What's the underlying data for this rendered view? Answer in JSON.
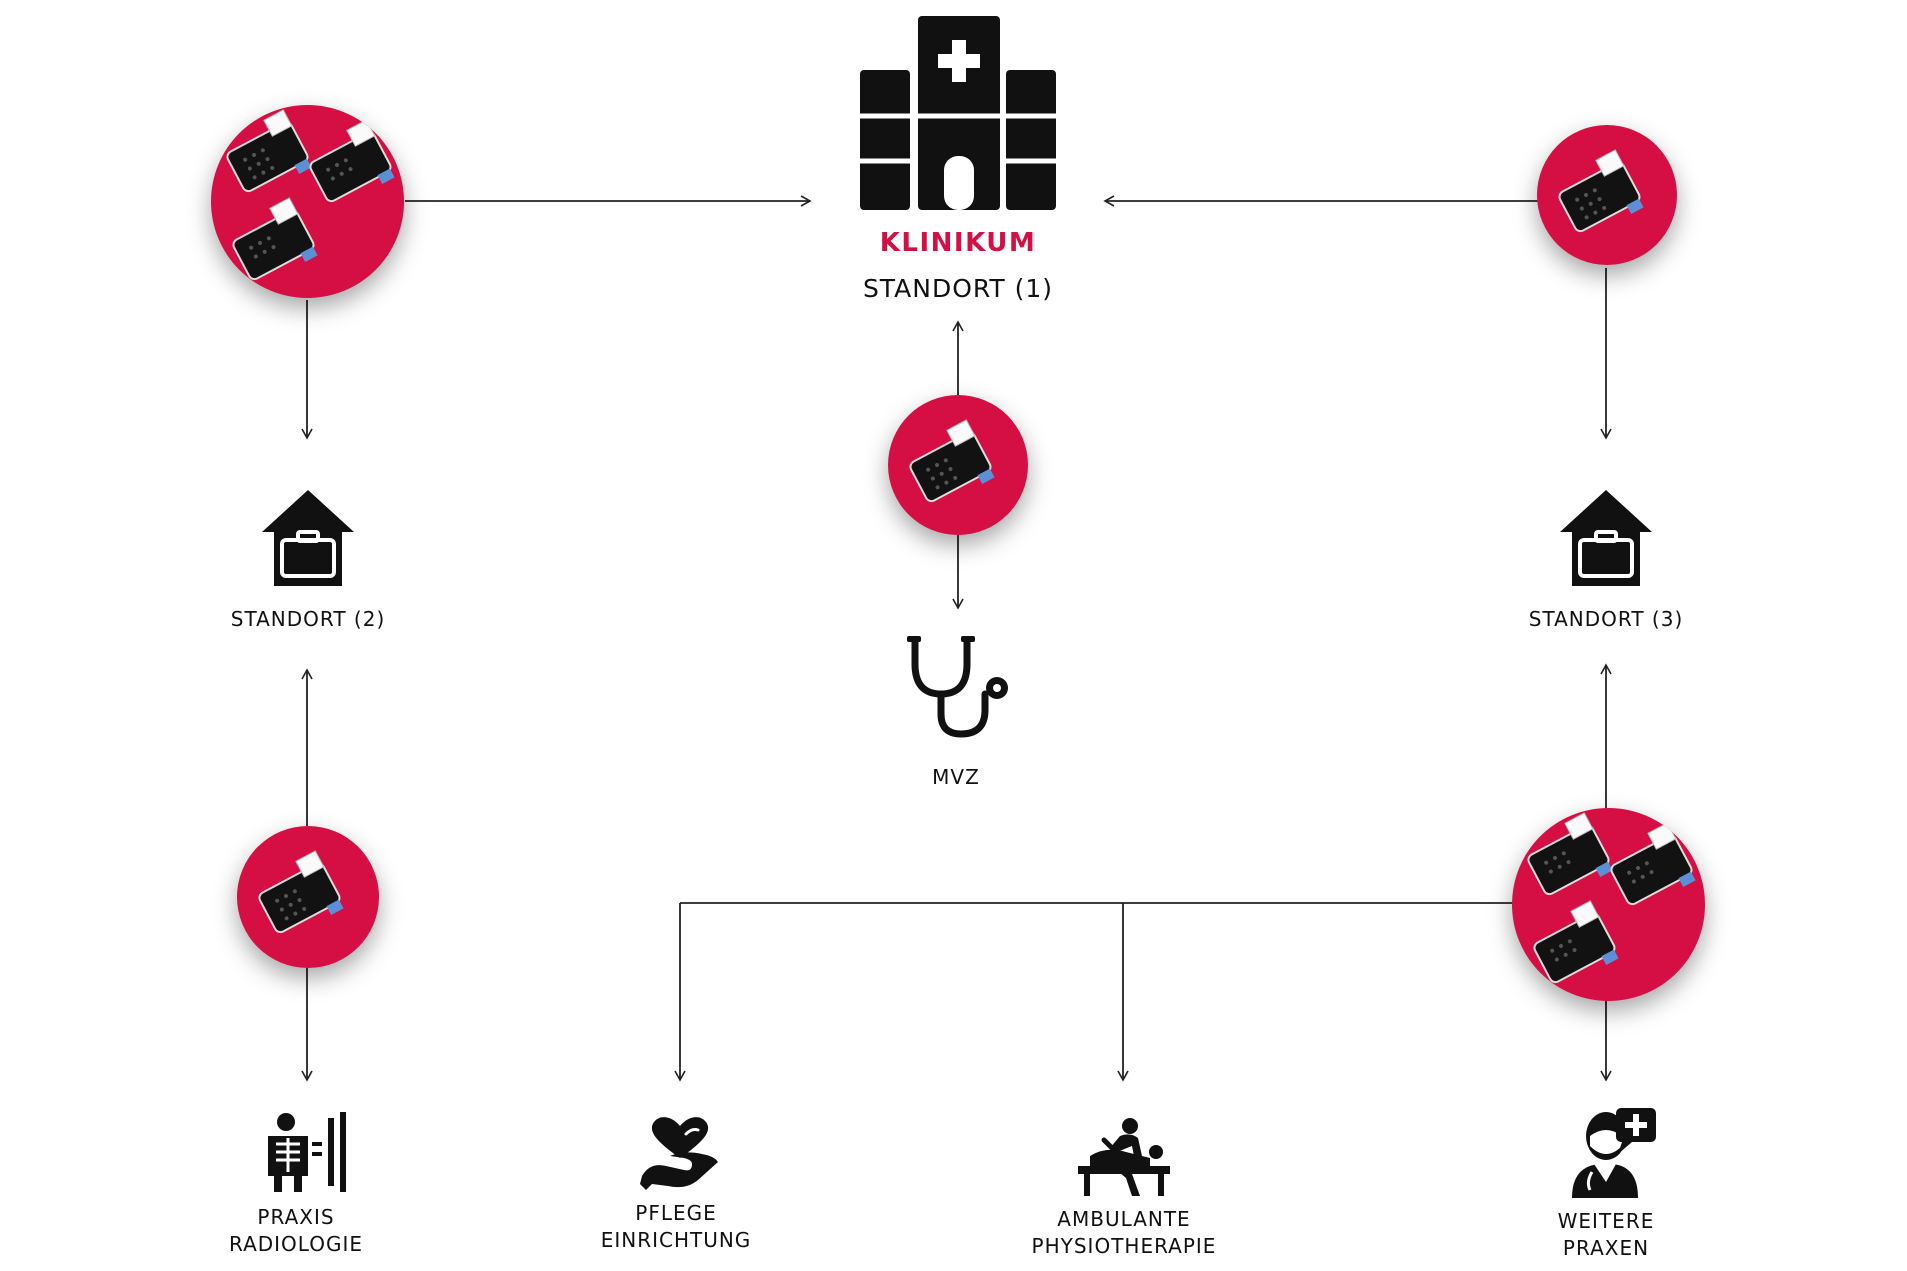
{
  "colors": {
    "accent": "#d50f43",
    "ink": "#111111",
    "line": "#222222"
  },
  "nodes": {
    "klinikum": {
      "brand": "KLINIKUM",
      "label": "STANDORT (1)",
      "icon": "hospital-icon"
    },
    "standort2": {
      "label": "STANDORT (2)",
      "icon": "house-briefcase-icon"
    },
    "standort3": {
      "label": "STANDORT (3)",
      "icon": "house-briefcase-icon"
    },
    "mvz": {
      "label": "MVZ",
      "icon": "stethoscope-icon"
    },
    "radiologie": {
      "line1": "PRAXIS",
      "line2": "RADIOLOGIE",
      "icon": "xray-icon"
    },
    "pflege": {
      "line1": "PFLEGE",
      "line2": "EINRICHTUNG",
      "icon": "heart-hand-icon"
    },
    "physio": {
      "line1": "AMBULANTE",
      "line2": "PHYSIOTHERAPIE",
      "icon": "physiotherapy-icon"
    },
    "praxen": {
      "line1": "WEITERE",
      "line2": "PRAXEN",
      "icon": "doctor-icon"
    }
  },
  "terminals": {
    "top_left": {
      "count": 3,
      "icon": "card-terminal-icon"
    },
    "top_right": {
      "count": 1,
      "icon": "card-terminal-icon"
    },
    "center": {
      "count": 1,
      "icon": "card-terminal-icon"
    },
    "bottom_left": {
      "count": 1,
      "icon": "card-terminal-icon"
    },
    "bottom_right": {
      "count": 3,
      "icon": "card-terminal-icon"
    }
  }
}
